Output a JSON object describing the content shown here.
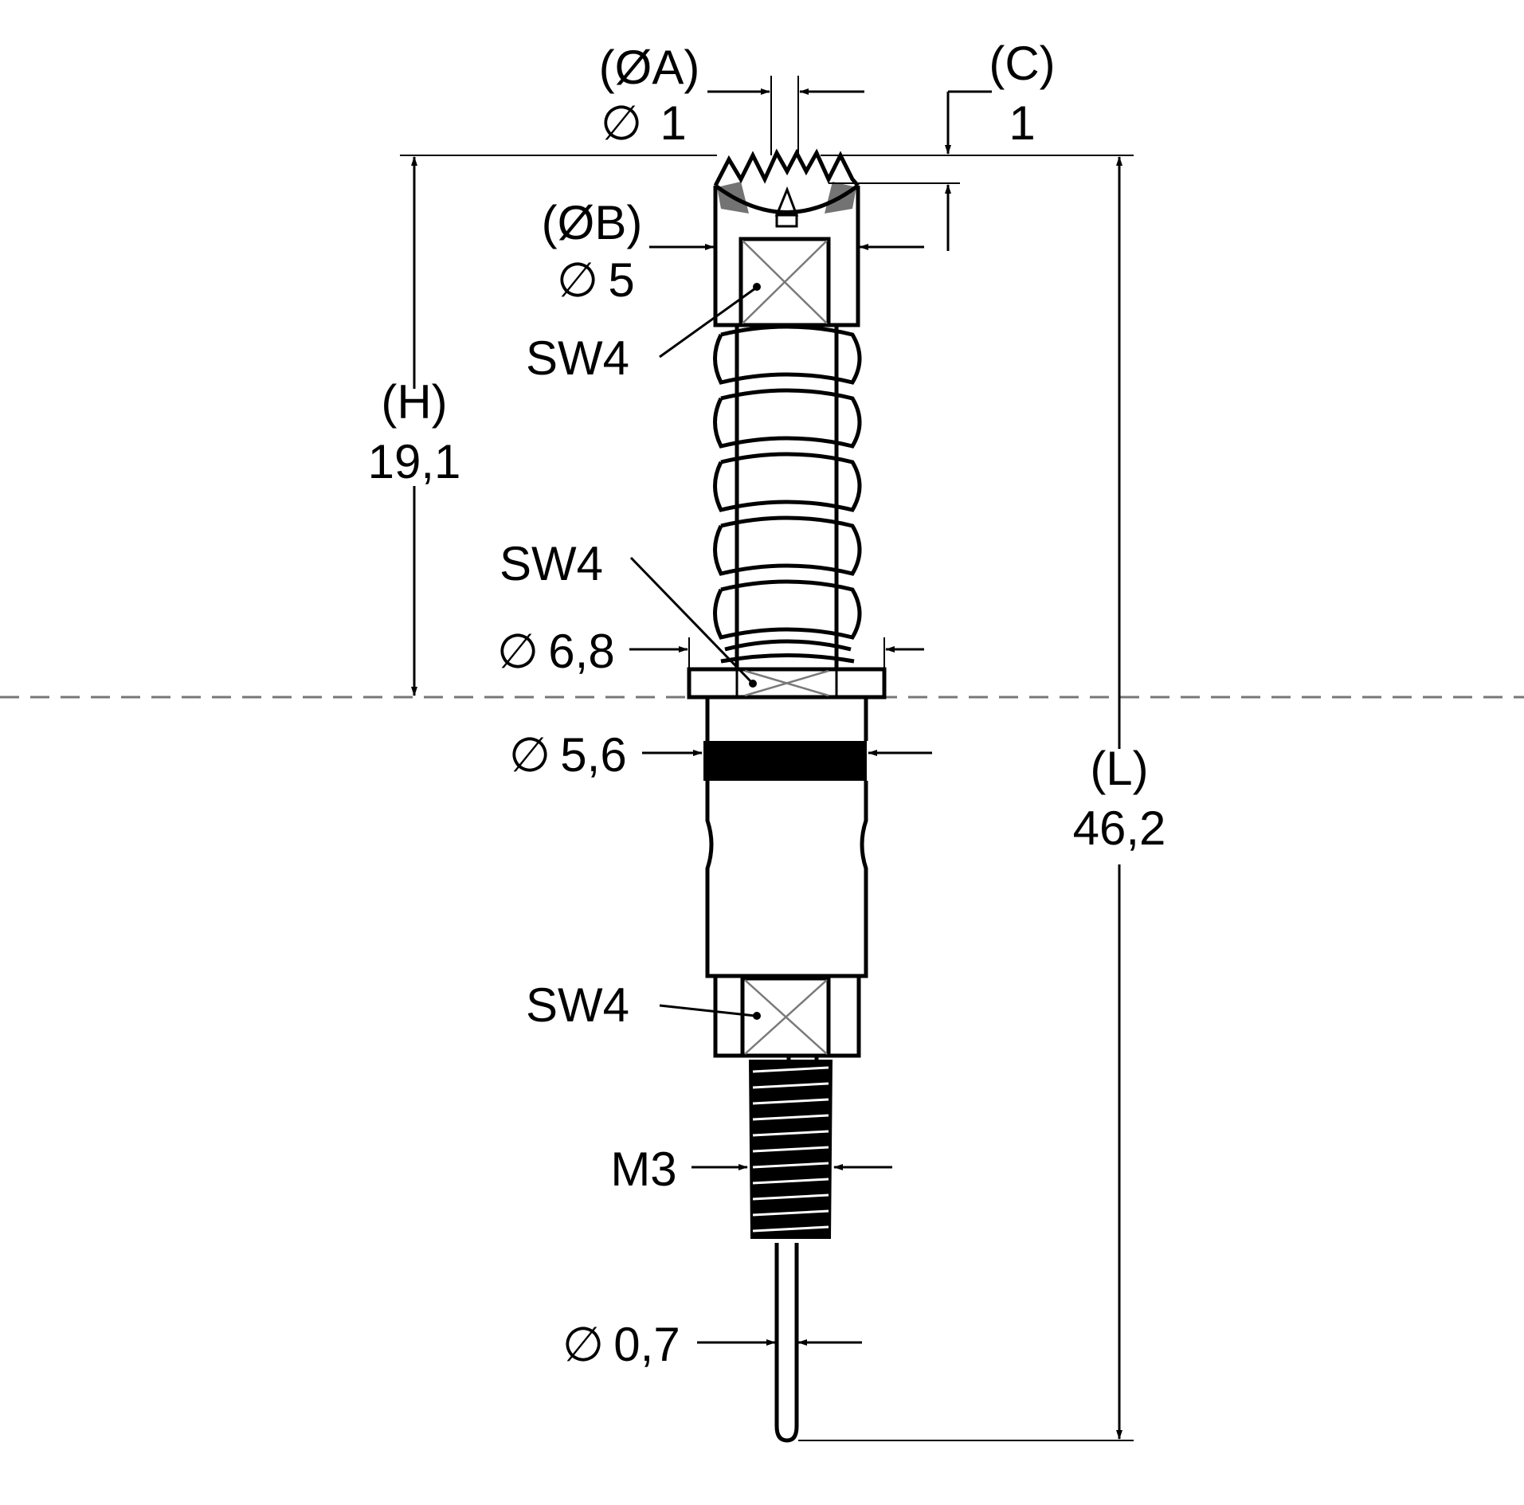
{
  "drawing": {
    "dimensions": {
      "dia_a": {
        "name": "(ØA)",
        "value": "1"
      },
      "c": {
        "name": "(C)",
        "value": "1"
      },
      "dia_b": {
        "name": "(ØB)",
        "value": "5"
      },
      "h": {
        "name": "(H)",
        "value": "19,1"
      },
      "l": {
        "name": "(L)",
        "value": "46,2"
      },
      "dia_flange": {
        "value": "6,8"
      },
      "dia_body": {
        "value": "5,6"
      },
      "thread": {
        "value": "M3"
      },
      "dia_pin": {
        "value": "0,7"
      }
    },
    "wrench_labels": [
      "SW4",
      "SW4",
      "SW4"
    ]
  }
}
